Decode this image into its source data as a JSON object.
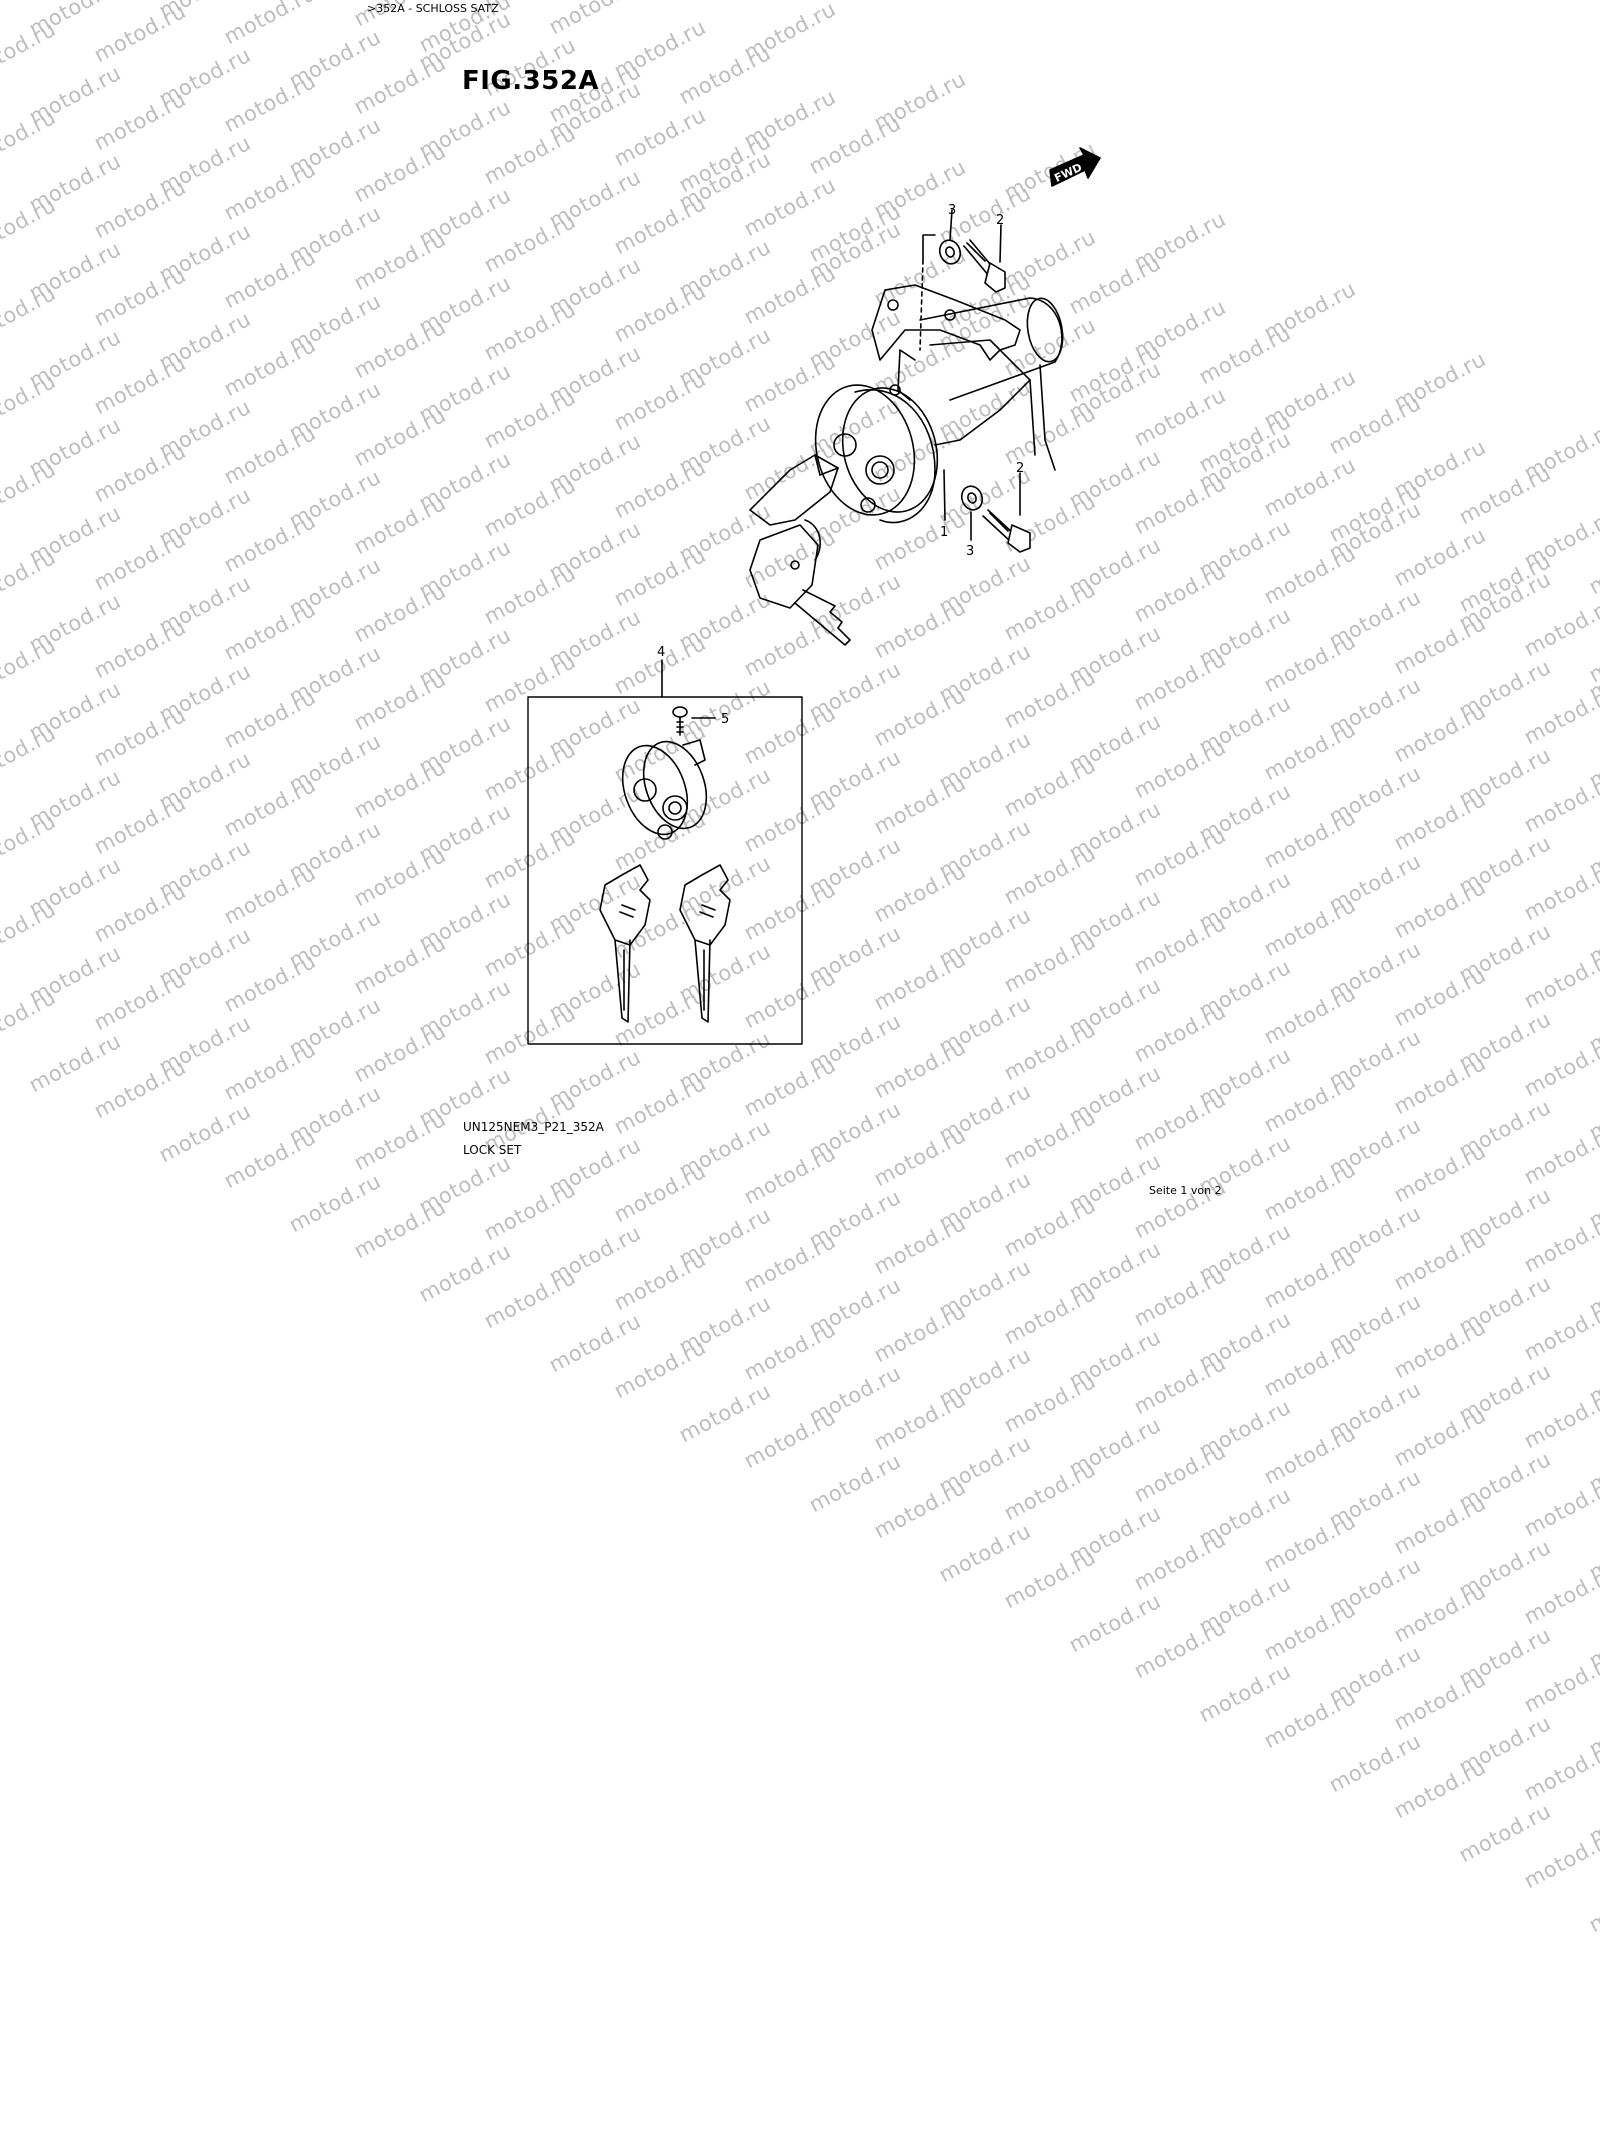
{
  "header": {
    "breadcrumb": ">352A - SCHLOSS SATZ"
  },
  "figure": {
    "title": "FIG.352A"
  },
  "direction_arrow": {
    "label": "FWD",
    "icon": "forward-arrow-icon"
  },
  "callouts": [
    "1",
    "2",
    "2",
    "3",
    "3",
    "4",
    "5"
  ],
  "footer": {
    "drawing_code": "UN125NEM3_P21_352A",
    "drawing_name": "LOCK SET",
    "page_indicator": "Seite 1 von 2"
  },
  "watermark": {
    "text": "motod.ru",
    "color": "#bdbdbd"
  }
}
